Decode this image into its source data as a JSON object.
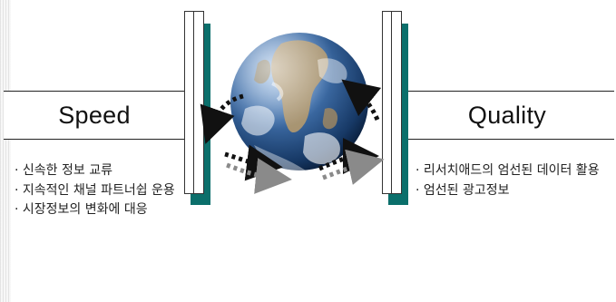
{
  "left": {
    "label": "Speed",
    "bullets": [
      "· 신속한 정보 교류",
      "· 지속적인 채널 파트너쉽 운용",
      "· 시장정보의 변화에 대응"
    ]
  },
  "right": {
    "label": "Quality",
    "bullets": [
      "· 리서치애드의 엄선된 데이터 활용",
      "· 엄선된 광고정보"
    ]
  },
  "center": {
    "icon": "globe-earth"
  },
  "colors": {
    "panel_shadow": "#0b6f6b",
    "arrow_dark": "#111111",
    "arrow_gray": "#8a8a8a"
  }
}
